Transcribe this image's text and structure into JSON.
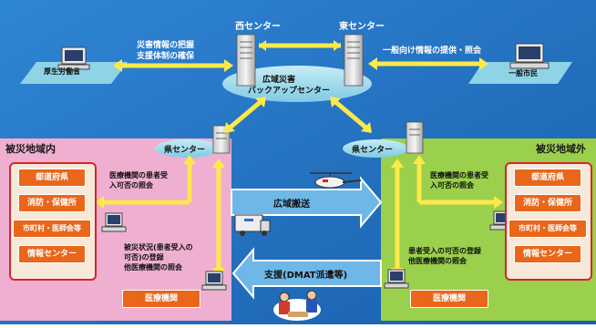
{
  "top": {
    "west_center": "西センター",
    "east_center": "東センター",
    "hub": "広域災害\nバックアップセンター",
    "hub_line1": "広域災害",
    "hub_line2": "バックアップセンター",
    "left_note_line1": "災害情報の把握",
    "left_note_line2": "支援体制の確保",
    "right_note": "一般向け情報の提供・照会",
    "mhlw": "厚生労働省",
    "public": "一般市民"
  },
  "left_region": {
    "title": "被災地域内",
    "center": "県センター",
    "boxes": [
      "都道府県",
      "消防・保健所",
      "市町村・医師会等",
      "情報センター"
    ],
    "note_line1": "医療機関の患者受",
    "note_line2": "入可否の照会",
    "status_line1": "被災状況(患者受入の",
    "status_line2": "可否)の登録",
    "status_line3": "他医療機関の照会",
    "hospital": "医療機関"
  },
  "right_region": {
    "title": "被災地域外",
    "center": "県センター",
    "boxes": [
      "都道府県",
      "消防・保健所",
      "市町村・医師会等",
      "情報センター"
    ],
    "note_line1": "医療機関の患者受",
    "note_line2": "入可否の照会",
    "status_line1": "患者受入の可否の登録",
    "status_line2": "他医療機関の照会",
    "hospital": "医療機関"
  },
  "middle": {
    "transport": "広域搬送",
    "support": "支援(DMAT派遣等)"
  },
  "colors": {
    "background": "#1f73c4",
    "left_region": "#efafd0",
    "right_region": "#9ad04b",
    "orange": "#e9661a",
    "arrow_yellow": "#ffe94a"
  },
  "icons": [
    "computer-icon",
    "server-icon",
    "helicopter-icon",
    "ambulance-icon",
    "rescue-team-icon"
  ]
}
